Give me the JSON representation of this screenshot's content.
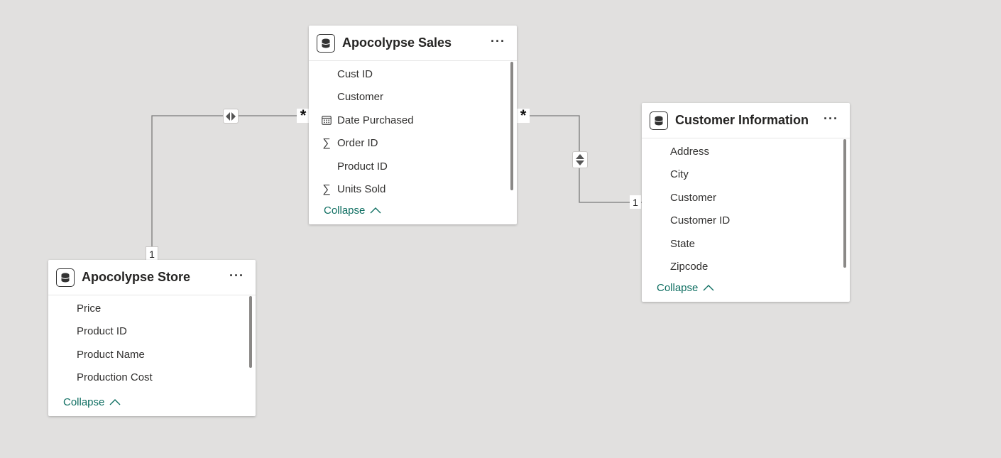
{
  "tables": {
    "sales": {
      "title": "Apocolypse Sales",
      "more": "···",
      "fields": [
        {
          "name": "Cust ID",
          "icon": ""
        },
        {
          "name": "Customer",
          "icon": ""
        },
        {
          "name": "Date Purchased",
          "icon": "calendar-icon"
        },
        {
          "name": "Order ID",
          "icon": "sigma-icon"
        },
        {
          "name": "Product ID",
          "icon": ""
        },
        {
          "name": "Units Sold",
          "icon": "sigma-icon"
        }
      ],
      "collapse": "Collapse"
    },
    "customer": {
      "title": "Customer Information",
      "more": "···",
      "fields": [
        {
          "name": "Address",
          "icon": ""
        },
        {
          "name": "City",
          "icon": ""
        },
        {
          "name": "Customer",
          "icon": ""
        },
        {
          "name": "Customer ID",
          "icon": ""
        },
        {
          "name": "State",
          "icon": ""
        },
        {
          "name": "Zipcode",
          "icon": ""
        }
      ],
      "collapse": "Collapse"
    },
    "store": {
      "title": "Apocolypse Store",
      "more": "···",
      "fields": [
        {
          "name": "Price",
          "icon": ""
        },
        {
          "name": "Product ID",
          "icon": ""
        },
        {
          "name": "Product Name",
          "icon": ""
        },
        {
          "name": "Production Cost",
          "icon": ""
        }
      ],
      "collapse": "Collapse"
    }
  },
  "relationships": {
    "store_sales": {
      "one_label": "1",
      "many_label": "*",
      "direction": "both"
    },
    "sales_customer": {
      "many_label": "*",
      "one_label": "1",
      "direction": "both"
    }
  },
  "colors": {
    "canvas": "#e1e0df",
    "link": "#0e6e61",
    "line": "#7a7a7a"
  }
}
